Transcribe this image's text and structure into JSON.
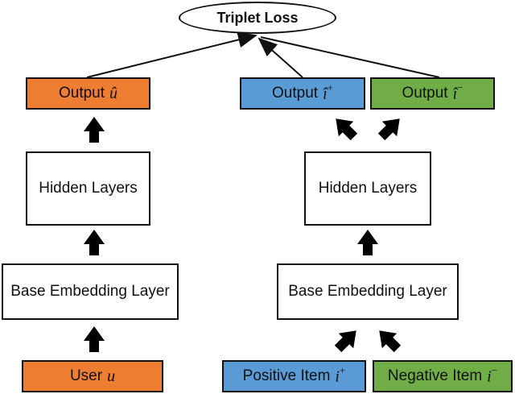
{
  "loss": {
    "label": "Triplet Loss"
  },
  "user_tower": {
    "output": {
      "label": "Output",
      "symbol": "û",
      "color": "#ED7D31"
    },
    "hidden": {
      "label": "Hidden Layers"
    },
    "embedding": {
      "label": "Base Embedding Layer"
    },
    "input": {
      "label": "User",
      "symbol": "u",
      "color": "#ED7D31"
    }
  },
  "item_tower": {
    "output_pos": {
      "label": "Output",
      "symbol": "î",
      "sup": "+",
      "color": "#5B9BD5"
    },
    "output_neg": {
      "label": "Output",
      "symbol": "î",
      "sup": "−",
      "color": "#70AD47"
    },
    "hidden": {
      "label": "Hidden Layers"
    },
    "embedding": {
      "label": "Base Embedding Layer"
    },
    "input_pos": {
      "label": "Positive Item",
      "symbol": "i",
      "sup": "+",
      "color": "#5B9BD5"
    },
    "input_neg": {
      "label": "Negative Item",
      "symbol": "i",
      "sup": "−",
      "color": "#70AD47"
    }
  }
}
